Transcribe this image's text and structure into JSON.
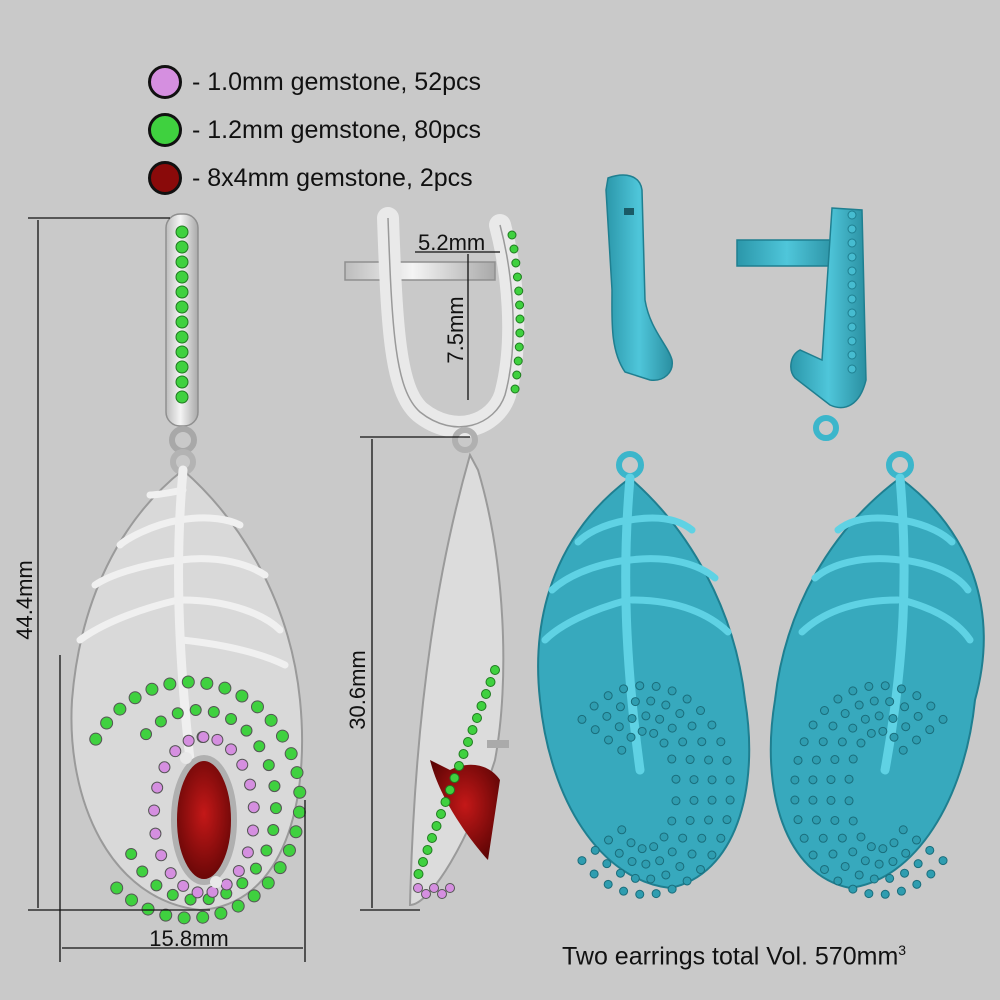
{
  "legend": [
    {
      "label": "- 1.0mm gemstone, 52pcs",
      "color": "#d58fe0"
    },
    {
      "label": "- 1.2mm gemstone, 80pcs",
      "color": "#3fd13f"
    },
    {
      "label": "- 8x4mm gemstone, 2pcs",
      "color": "#8a0a0a"
    }
  ],
  "dimensions": {
    "height_total": "44.4mm",
    "width": "15.8mm",
    "hook_width": "5.2mm",
    "hook_depth": "7.5mm",
    "pendant_height": "30.6mm"
  },
  "volume": {
    "text": "Two earrings total Vol. 570mm",
    "superscript": "3"
  },
  "colors": {
    "metal": "#e6e6e6",
    "wax": "#3cb6cb",
    "background": "#c9c9c9"
  }
}
